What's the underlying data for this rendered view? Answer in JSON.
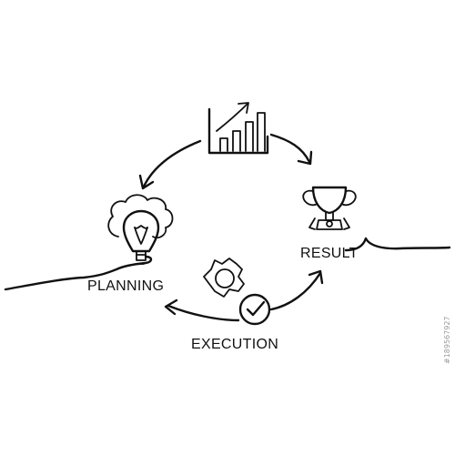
{
  "labels": {
    "planning": "PLANNING",
    "result": "RESULT",
    "execution": "EXECUTION"
  },
  "icons": {
    "top": "bar-chart-growth-icon",
    "left": "lightbulb-idea-icon",
    "right": "trophy-icon",
    "bottom": "gears-checkmark-icon"
  },
  "watermark": "#189567927",
  "colors": {
    "ink": "#111111",
    "background": "#ffffff"
  }
}
